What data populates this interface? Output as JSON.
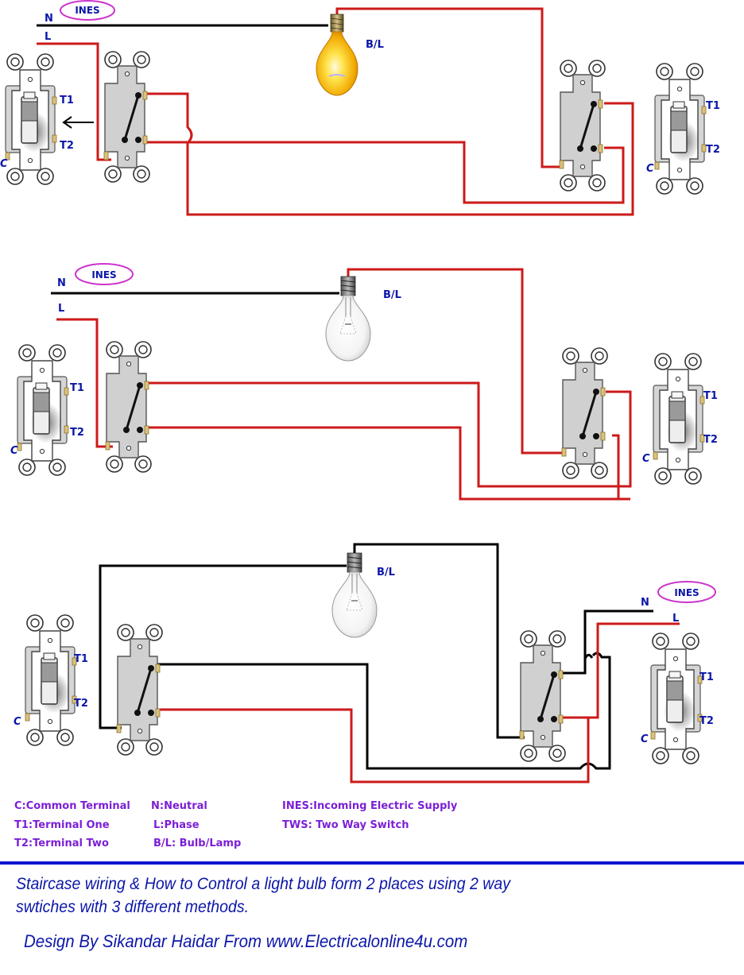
{
  "colors": {
    "phase_wire": "#cc1a1a",
    "neutral_wire": "#000000",
    "label_blue": "#0b16a8",
    "legend_purple": "#7b1fd6",
    "ines_ellipse": "#cc33cc",
    "divider": "#0b16cf"
  },
  "diagrams": [
    {
      "id": "method-1",
      "ines_label": "INES",
      "neutral_label": "N",
      "phase_label": "L",
      "lamp_label": "B/L",
      "lamp_state": "on",
      "switches": [
        {
          "id": "left-schematic",
          "terminals": [
            "T1",
            "T2",
            "C"
          ],
          "wired": true
        },
        {
          "id": "left-photo",
          "terminals": [
            "T1",
            "T2",
            "C"
          ],
          "wired": false
        },
        {
          "id": "right-schematic",
          "terminals": [
            "T1",
            "T2",
            "C"
          ],
          "wired": true
        },
        {
          "id": "right-photo",
          "terminals": [
            "T1",
            "T2",
            "C"
          ],
          "wired": false
        }
      ],
      "arrow": "left-arrow"
    },
    {
      "id": "method-2",
      "ines_label": "INES",
      "neutral_label": "N",
      "phase_label": "L",
      "lamp_label": "B/L",
      "lamp_state": "off",
      "switches": [
        {
          "id": "left-photo",
          "terminals": [
            "T1",
            "T2",
            "C"
          ]
        },
        {
          "id": "left-schematic",
          "terminals": [
            "T1",
            "T2",
            "C"
          ]
        },
        {
          "id": "right-schematic",
          "terminals": [
            "T1",
            "T2",
            "C"
          ]
        },
        {
          "id": "right-photo",
          "terminals": [
            "T1",
            "T2",
            "C"
          ]
        }
      ]
    },
    {
      "id": "method-3",
      "ines_label": "INES",
      "neutral_label": "N",
      "phase_label": "L",
      "lamp_label": "B/L",
      "lamp_state": "off",
      "switches": [
        {
          "id": "left-photo",
          "terminals": [
            "T1",
            "T2",
            "C"
          ]
        },
        {
          "id": "left-schematic",
          "terminals": [
            "T1",
            "T2",
            "C"
          ]
        },
        {
          "id": "right-schematic",
          "terminals": [
            "T1",
            "T2",
            "C"
          ]
        },
        {
          "id": "right-photo",
          "terminals": [
            "T1",
            "T2",
            "C"
          ]
        }
      ]
    }
  ],
  "terminal_labels": {
    "t1": "T1",
    "t2": "T2",
    "c": "C"
  },
  "legend": {
    "col1": [
      "C:Common Terminal",
      "T1:Terminal One",
      "T2:Terminal Two"
    ],
    "col2": [
      "N:Neutral",
      "L:Phase",
      "B/L:  Bulb/Lamp"
    ],
    "col3": [
      "INES:Incoming Electric Supply",
      "TWS:  Two Way Switch"
    ]
  },
  "caption": {
    "line1": "Staircase wiring & How to Control a light bulb form 2 places using 2 way",
    "line2": "swtiches with 3 different methods.",
    "credit": "Design By Sikandar Haidar From www.Electricalonline4u.com"
  }
}
